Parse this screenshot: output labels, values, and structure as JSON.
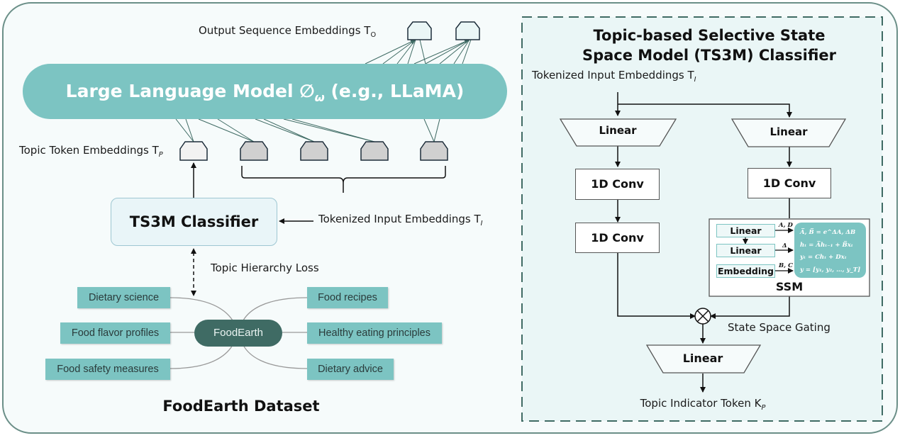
{
  "left_panel": {
    "output_label": "Output Sequence Embeddings T",
    "output_sub": "O",
    "llm_label": "Large Language Model ∅",
    "llm_sub": "ω",
    "llm_suffix": " (e.g., LLaMA)",
    "topic_token_label": "Topic Token Embeddings T",
    "topic_token_sub": "P",
    "classifier_label": "TS3M Classifier",
    "tokenized_input_label": "Tokenized Input Embeddings T",
    "tokenized_input_sub": "I",
    "loss_label": "Topic Hierarchy Loss",
    "dataset": {
      "hub": "FoodEarth",
      "left_topics": [
        "Dietary science",
        "Food flavor profiles",
        "Food safety measures"
      ],
      "right_topics": [
        "Food recipes",
        "Healthy eating principles",
        "Dietary advice"
      ],
      "caption": "FoodEarth Dataset"
    },
    "colors": {
      "teal": "#7cc4c2",
      "hub": "#3f6b64",
      "token_gray": "#d0d0d0",
      "token_light": "#f2f2f2"
    }
  },
  "right_panel": {
    "title_line1": "Topic-based Selective State",
    "title_line2": "Space Model (TS3M) Classifier",
    "input_label": "Tokenized Input Embeddings T",
    "input_sub": "I",
    "left_branch": {
      "linear": "Linear",
      "conv1": "1D Conv",
      "conv2": "1D Conv"
    },
    "right_branch": {
      "linear": "Linear",
      "conv": "1D Conv"
    },
    "ssm": {
      "title": "SSM",
      "blocks": [
        "Linear",
        "Linear",
        "Embedding"
      ],
      "arrow_labels": [
        "A, D",
        "Δ",
        "B, C"
      ],
      "equations": [
        "A̅, B̅ =  e^ΔA, ΔB",
        "hₜ = A̅hₜ₋₁ + B̅xₜ",
        "yₜ = Chₜ + Dxₜ",
        "y = [y₁, y₂, …, y_T]"
      ]
    },
    "gating_label": "State Space Gating",
    "final_linear": "Linear",
    "output_label": "Topic Indicator Token K",
    "output_sub": "P",
    "colors": {
      "panel_bg": "#eaf6f6",
      "dash_border": "#3f6b64"
    }
  }
}
